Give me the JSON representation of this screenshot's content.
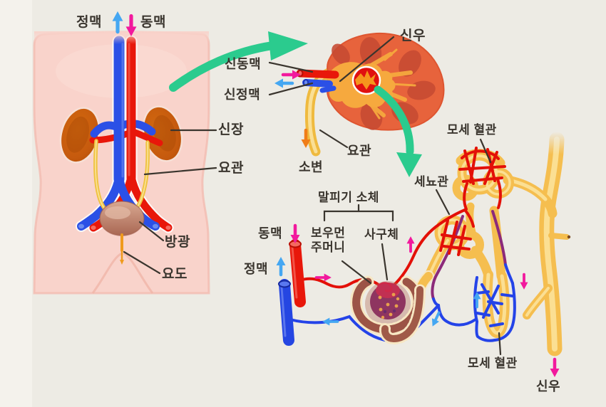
{
  "labels": {
    "vein_top": "정맥",
    "artery_top": "동맥",
    "kidney": "신장",
    "ureter_body": "요관",
    "bladder": "방광",
    "urethra": "요도",
    "renal_pelvis_top": "신우",
    "renal_artery": "신동맥",
    "renal_vein": "신정맥",
    "urine": "소변",
    "ureter_kidney": "요관",
    "capillary_top": "모세 혈관",
    "tubule": "세뇨관",
    "malpighian_corpuscle": "말피기 소체",
    "bowman_line1": "보우먼",
    "bowman_line2": "주머니",
    "glomerulus": "사구체",
    "artery_nephron": "동맥",
    "vein_nephron": "정맥",
    "capillary_bottom": "모세 혈관",
    "renal_pelvis_bottom": "신우"
  },
  "colors": {
    "background": "#EDEBE4",
    "skin": "#F9D3CB",
    "vein_blue": "#2B50E6",
    "artery_red": "#E8170A",
    "ureter_yellow": "#EFC13D",
    "tubule_yellow": "#F5BE4F",
    "kidney_brown": "#C65A0E",
    "kidney_section_orange": "#E7633C",
    "green_arrow": "#2BCB8E",
    "pink_arrow": "#F2199D",
    "blue_arrow": "#45A7F2",
    "orange_arrow": "#F07D18",
    "capillary_purple": "#8C2A7A",
    "text": "#3A352E"
  }
}
